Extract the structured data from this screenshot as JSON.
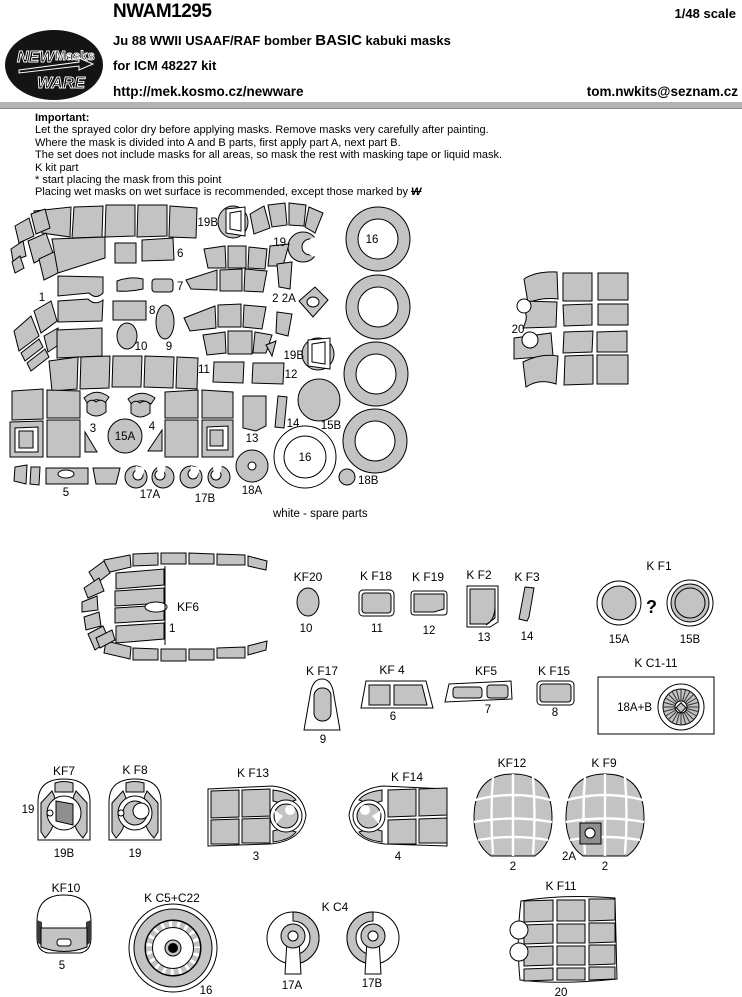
{
  "header": {
    "logo": {
      "new": "NEW",
      "masks": "Masks",
      "ware": "WARE"
    },
    "code": "NWAM1295",
    "scale": "1/48 scale",
    "title": "Ju 88 WWII USAAF/RAF bomber",
    "title_grade": "BASIC",
    "title_suffix": "kabuki masks",
    "kit": "for ICM 48227 kit",
    "website": "http://mek.kosmo.cz/newware",
    "email": "tom.nwkits@seznam.cz"
  },
  "notes": {
    "heading": "Important:",
    "lines": [
      "Let the sprayed color dry before applying masks. Remove masks very carefully after painting.",
      "Where the mask is divided into A and B parts, first apply part A, next part B.",
      "The set does not include masks for all areas, so mask the rest with masking tape or liquid mask.",
      "K kit part",
      "* start placing the mask from this point",
      "Placing wet masks on wet surface is recommended, except those marked by"
    ],
    "wet_mark": "W"
  },
  "sheet": {
    "labels": {
      "p19b_top": "19B",
      "p19": "19",
      "p16_ring": "16",
      "p1": "1",
      "p6": "6",
      "p7": "7",
      "p8": "8",
      "p2": "2 2A",
      "p10": "10",
      "p9": "9",
      "p19b_mid": "19B",
      "p11": "11",
      "p12": "12",
      "p3": "3",
      "p15a": "15A",
      "p4": "4",
      "p13": "13",
      "p14": "14",
      "p15b": "15B",
      "p16_spare": "16",
      "p18a": "18A",
      "p18b": "18B",
      "p5": "5",
      "p17a": "17A",
      "p17b": "17B",
      "p20": "20"
    },
    "spare_note": "white - spare parts"
  },
  "guide": {
    "kf6": {
      "label": "KF6",
      "part": "1"
    },
    "kf20": {
      "label": "KF20",
      "part": "10"
    },
    "kf18": {
      "label": "K F18",
      "part": "11"
    },
    "kf19": {
      "label": "K F19",
      "part": "12"
    },
    "kf2": {
      "label": "K F2",
      "part": "13"
    },
    "kf3": {
      "label": "K F3",
      "part": "14"
    },
    "kf1": {
      "label": "K F1",
      "part_a": "15A",
      "unknown": "?",
      "part_b": "15B"
    },
    "kf17": {
      "label": "K F17",
      "part": "9"
    },
    "kf4": {
      "label": "KF 4",
      "part": "6"
    },
    "kf5": {
      "label": "KF5",
      "part": "7"
    },
    "kf15": {
      "label": "K F15",
      "part": "8"
    },
    "kc1_11": {
      "label": "K C1-11",
      "part": "18A+B"
    },
    "kf7": {
      "label": "KF7",
      "part_side": "19",
      "part": "19B"
    },
    "kf8": {
      "label": "K F8",
      "part": "19"
    },
    "kf13": {
      "label": "K F13",
      "part": "3"
    },
    "kf14": {
      "label": "K F14",
      "part": "4"
    },
    "kf12": {
      "label": "KF12",
      "part": "2"
    },
    "kf9": {
      "label": "K F9",
      "part_a": "2A",
      "part": "2"
    },
    "kf10": {
      "label": "KF10",
      "part": "5"
    },
    "kc5_c22": {
      "label": "K C5+C22",
      "part": "16"
    },
    "kc4": {
      "label": "K C4",
      "part_a": "17A",
      "part_b": "17B"
    },
    "kf11": {
      "label": "K F11",
      "part": "20"
    }
  },
  "colors": {
    "mask_gray": "#c3c3c3",
    "dark_gray": "#8f8f8f",
    "outline": "#000000"
  }
}
